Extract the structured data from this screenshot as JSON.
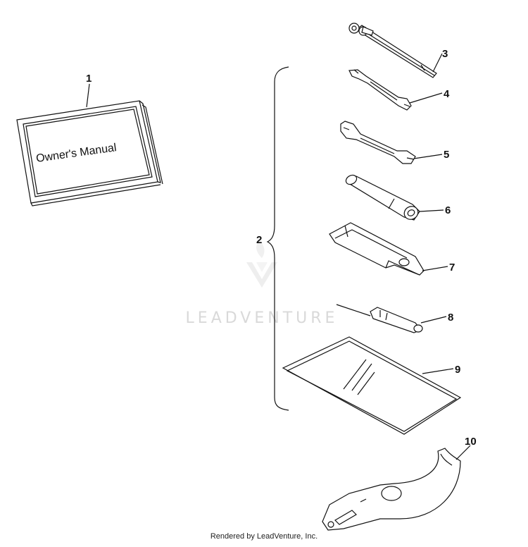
{
  "manual": {
    "cover_text": "Owner's Manual"
  },
  "callouts": {
    "c1": "1",
    "c2": "2",
    "c3": "3",
    "c4": "4",
    "c5": "5",
    "c6": "6",
    "c7": "7",
    "c8": "8",
    "c9": "9",
    "c10": "10"
  },
  "watermark": {
    "text": "LEADVENTURE"
  },
  "footer": {
    "text": "Rendered by LeadVenture, Inc."
  }
}
